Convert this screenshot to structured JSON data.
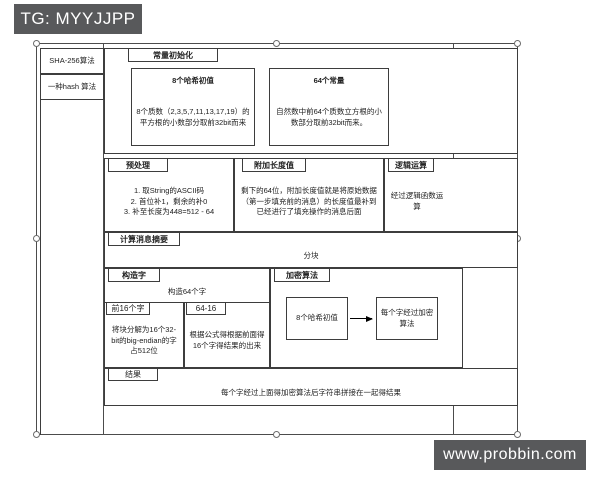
{
  "watermarks": {
    "top_left": "TG: MYYJJPP",
    "bottom_right": "www.probbin.com"
  },
  "diagram": {
    "root": {
      "title": "SHA-256算法",
      "subtitle": "一种hash 算法"
    },
    "sections": [
      {
        "id": "constant-init",
        "label": "常量初始化",
        "boxes": [
          {
            "id": "hash-init-values",
            "title": "8个哈希初值",
            "body": "8个质数（2,3,5,7,11,13,17,19）的平方根的小数部分取前32bit而来"
          },
          {
            "id": "constants-64",
            "title": "64个常量",
            "body": "自然数中前64个质数立方根的小数部分取前32bit而来。"
          }
        ]
      },
      {
        "id": "preprocess",
        "label": "预处理",
        "body": "1. 取String的ASCII码\n2. 首位补1，剩余的补0\n3. 补至长度为448=512 - 64"
      },
      {
        "id": "append-length",
        "label": "附加长度值",
        "body": "剩下的64位，附加长度值就是将原始数据（第一步填充前的消息）的长度值最补到已经进行了填充操作的消息后面"
      },
      {
        "id": "logic-operation",
        "label": "逻辑运算",
        "body": "经过逻辑函数运算"
      },
      {
        "id": "compute-digest",
        "label": "计算消息摘要",
        "body": "分块"
      },
      {
        "id": "build-words",
        "label": "构造字",
        "body": "构造64个字",
        "boxes": [
          {
            "id": "first-16-words",
            "title": "前16个字",
            "body": "将块分解为16个32-bit的big-endian的字占512位"
          },
          {
            "id": "words-64-16",
            "title": "64-16",
            "body": "根据公式得根据前面得16个字得结果的出来"
          }
        ]
      },
      {
        "id": "encrypt-algorithm",
        "label": "加密算法",
        "boxes": [
          {
            "id": "hash-init-values-2",
            "title": "8个哈希初值"
          },
          {
            "id": "each-word-encrypt",
            "title": "每个字经过加密算法"
          }
        ]
      },
      {
        "id": "result",
        "label": "结果",
        "body": "每个字经过上面得加密算法后字符串拼接在一起得结果"
      }
    ]
  }
}
